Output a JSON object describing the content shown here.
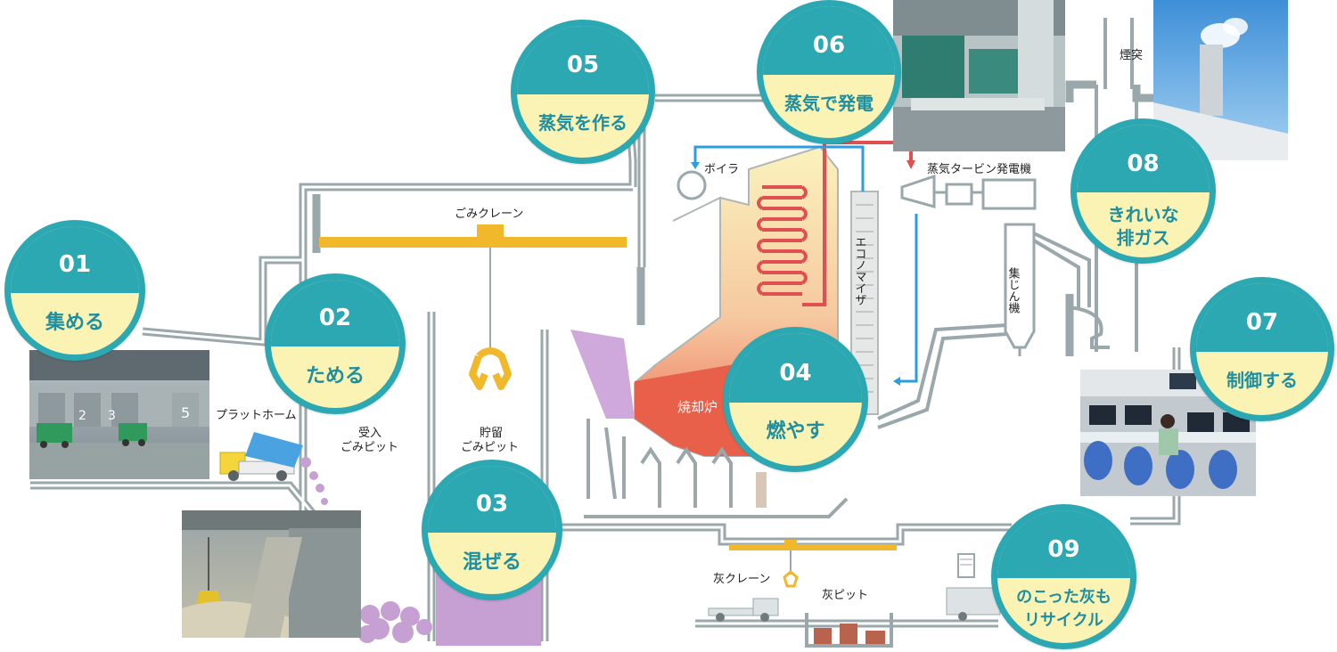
{
  "steps": [
    {
      "num": "01",
      "caption": "集める"
    },
    {
      "num": "02",
      "caption": "ためる"
    },
    {
      "num": "03",
      "caption": "混ぜる"
    },
    {
      "num": "04",
      "caption": "燃やす"
    },
    {
      "num": "05",
      "caption": "蒸気を作る"
    },
    {
      "num": "06",
      "caption": "蒸気で発電"
    },
    {
      "num": "07",
      "caption": "制御する"
    },
    {
      "num": "08",
      "caption_line1": "きれいな",
      "caption_line2": "排ガス"
    },
    {
      "num": "09",
      "caption_line1": "のこった灰も",
      "caption_line2": "リサイクル"
    }
  ],
  "labels": {
    "platform": "プラットホーム",
    "receiving_pit_1": "受入",
    "receiving_pit_2": "ごみピット",
    "storage_pit_1": "貯留",
    "storage_pit_2": "ごみピット",
    "garbage_crane": "ごみクレーン",
    "boiler": "ボイラ",
    "economizer": "エコノマイザ",
    "incinerator": "焼却炉",
    "turbine": "蒸気タービン発電機",
    "dust_collector": "集じん機",
    "chimney": "煙突",
    "ash_crane": "灰クレーン",
    "ash_pit": "灰ピット",
    "photo_bay_number_2": "2",
    "photo_bay_number_3": "3",
    "photo_bay_number_5": "5"
  },
  "colors": {
    "badge_teal": "#2ba8b2",
    "badge_cream": "#fbf3b4",
    "caption_teal": "#1d8fa0",
    "wall": "#9aa7ab",
    "crane_yellow": "#f0b82a",
    "waste_purple": "#c7a0d3",
    "flame_red": "#e8604a",
    "steam_blue": "#2b9ee0",
    "hot_red": "#e05050"
  },
  "icons": [
    "gear-icon"
  ]
}
